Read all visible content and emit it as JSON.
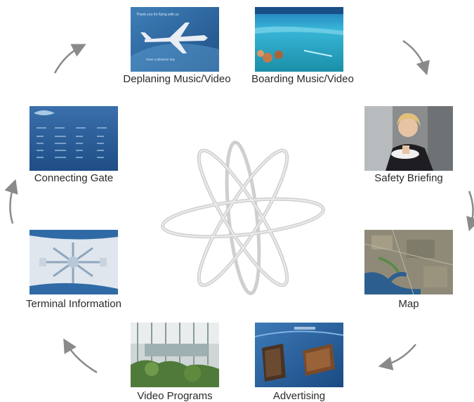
{
  "diagram": {
    "stages": [
      {
        "id": "deplaning",
        "label": "Deplaning Music/Video",
        "icon": "airplane-slide-icon",
        "screen_text": [
          "Thank you for flying with us",
          "Have a pleasant day"
        ]
      },
      {
        "id": "boarding",
        "label": "Boarding Music/Video",
        "icon": "tropical-water-icon"
      },
      {
        "id": "safety",
        "label": "Safety Briefing",
        "icon": "flight-attendant-photo-icon"
      },
      {
        "id": "map",
        "label": "Map",
        "icon": "aerial-map-icon"
      },
      {
        "id": "advertising",
        "label": "Advertising",
        "icon": "luggage-ad-icon"
      },
      {
        "id": "video",
        "label": "Video Programs",
        "icon": "terminal-interior-icon"
      },
      {
        "id": "terminal",
        "label": "Terminal Information",
        "icon": "terminal-map-icon"
      },
      {
        "id": "gate",
        "label": "Connecting Gate",
        "icon": "gate-table-icon"
      }
    ],
    "flow_direction": "clockwise",
    "center_icon": "atom-orbit-icon",
    "colors": {
      "label_text": "#2a2a2a",
      "arrow": "#8a8a8a",
      "atom_stroke": "#cfcfcf",
      "screen_blue": "#2f6aa6"
    }
  }
}
